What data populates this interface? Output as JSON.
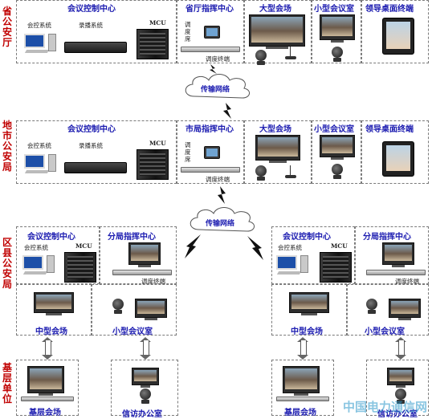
{
  "side_labels": {
    "province": "省公安厅",
    "city": "地市公安局",
    "district": "区县公安局",
    "grassroots": "基层单位"
  },
  "province": {
    "control_center": "会议控制中心",
    "control_system": "会控系统",
    "recording_system": "录播系统",
    "mcu": "MCU",
    "command_center": "省厅指挥中心",
    "dispatch_seat": "调度席",
    "dispatch_terminal": "调度终端",
    "large_venue": "大型会场",
    "small_meeting_room": "小型会议室",
    "leader_terminal": "领导桌面终端"
  },
  "network_top": "传输网络",
  "city": {
    "control_center": "会议控制中心",
    "control_system": "会控系统",
    "recording_system": "录播系统",
    "mcu": "MCU",
    "command_center": "市局指挥中心",
    "dispatch_seat": "调度席",
    "dispatch_terminal": "调度终端",
    "large_venue": "大型会场",
    "small_meeting_room": "小型会议室",
    "leader_terminal": "领导桌面终端"
  },
  "network_mid": "传输网络",
  "district_left": {
    "control_center": "会议控制中心",
    "control_system": "会控系统",
    "mcu": "MCU",
    "branch_command": "分局指挥中心",
    "dispatch_terminal": "调度终端",
    "medium_venue": "中型会场",
    "small_meeting_room": "小型会议室"
  },
  "district_right": {
    "control_center": "会议控制中心",
    "control_system": "会控系统",
    "mcu": "MCU",
    "branch_command": "分局指挥中心",
    "dispatch_terminal": "调度终端",
    "medium_venue": "中型会场",
    "small_meeting_room": "小型会议室"
  },
  "grassroots_left": {
    "venue": "基层会场",
    "petition_office": "信访办公室"
  },
  "grassroots_right": {
    "venue": "基层会场",
    "petition_office": "信访办公室"
  },
  "watermark": "中国电力通信网",
  "colors": {
    "side_label": "#c00000",
    "title": "#1b1bb0",
    "lightning": "#111111"
  }
}
